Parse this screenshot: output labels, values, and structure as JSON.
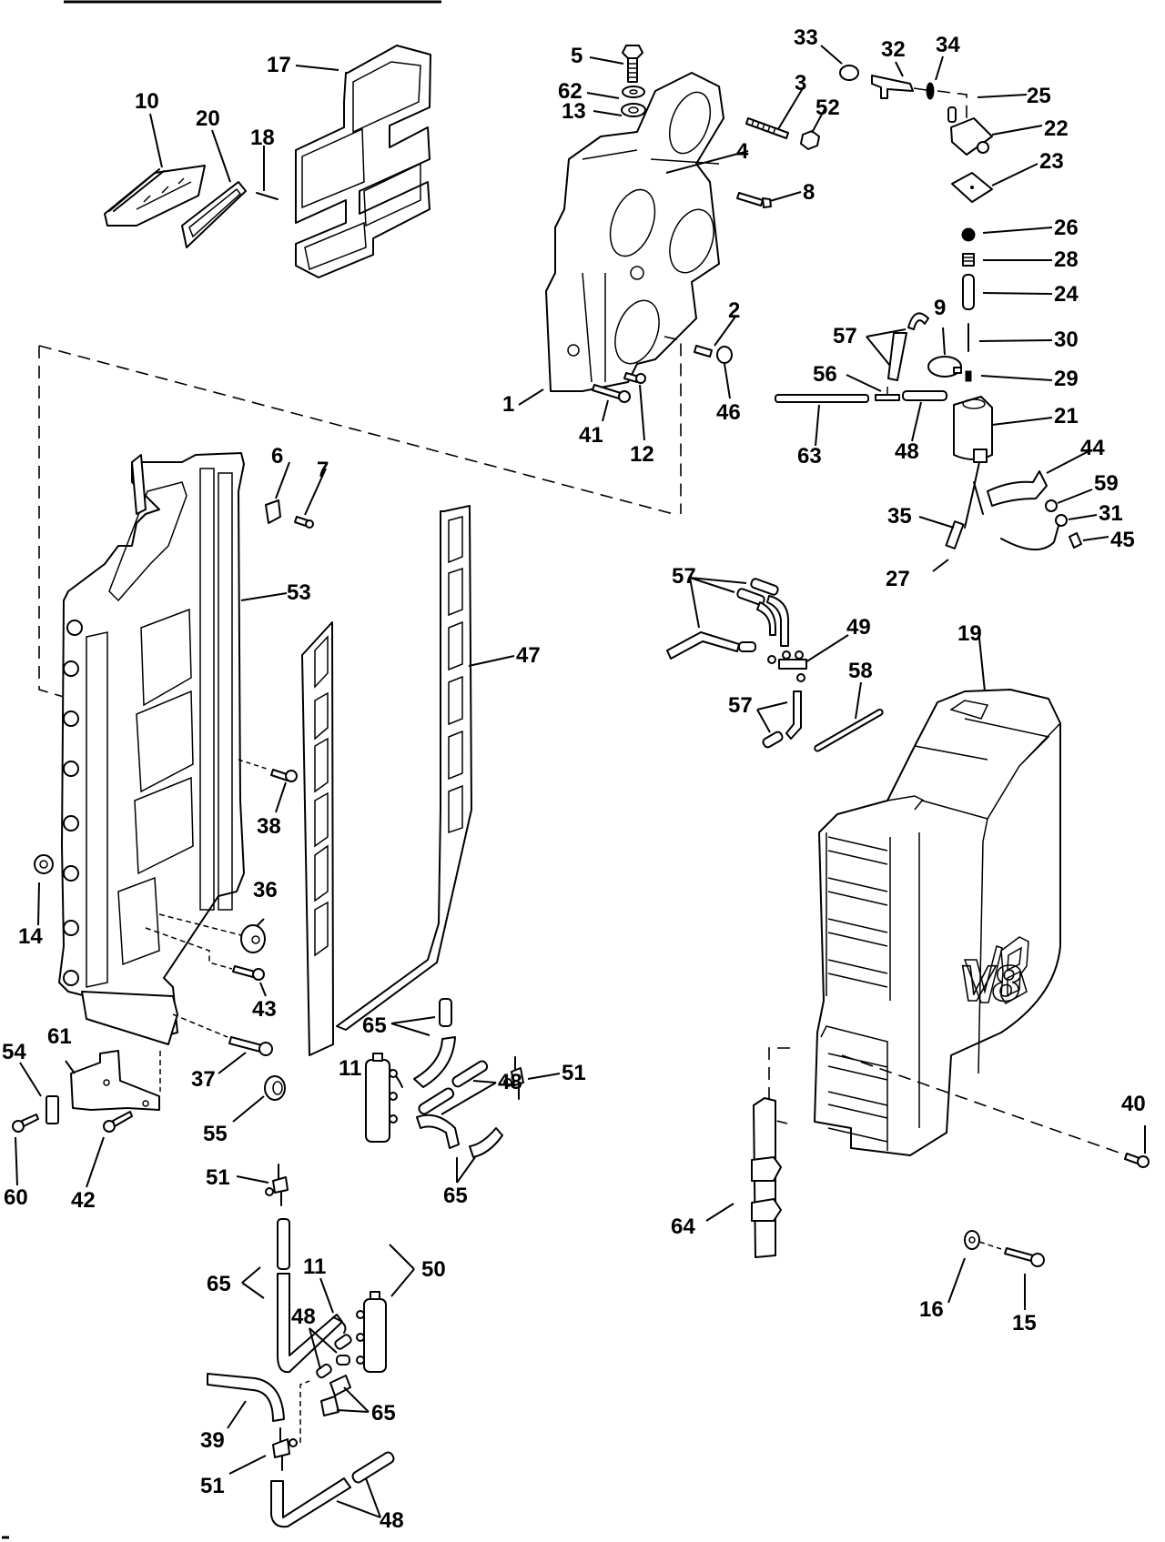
{
  "diagram": {
    "title": "",
    "emblem_text": "V8",
    "callouts": {
      "c1": "1",
      "c2": "2",
      "c3": "3",
      "c4": "4",
      "c5": "5",
      "c6": "6",
      "c7": "7",
      "c8": "8",
      "c9": "9",
      "c10": "10",
      "c11a": "11",
      "c11b": "11",
      "c12": "12",
      "c13": "13",
      "c14": "14",
      "c15": "15",
      "c16": "16",
      "c17": "17",
      "c18": "18",
      "c19": "19",
      "c20": "20",
      "c21": "21",
      "c22": "22",
      "c23": "23",
      "c24": "24",
      "c25": "25",
      "c26": "26",
      "c27": "27",
      "c28": "28",
      "c29": "29",
      "c30": "30",
      "c31": "31",
      "c32": "32",
      "c33": "33",
      "c34": "34",
      "c35": "35",
      "c36": "36",
      "c37": "37",
      "c38": "38",
      "c39": "39",
      "c40": "40",
      "c41": "41",
      "c42": "42",
      "c43": "43",
      "c44": "44",
      "c45": "45",
      "c46": "46",
      "c47": "47",
      "c48a": "48",
      "c48b": "48",
      "c48c": "48",
      "c48d": "48",
      "c49": "49",
      "c50": "50",
      "c51a": "51",
      "c51b": "51",
      "c51c": "51",
      "c52": "52",
      "c53": "53",
      "c54": "54",
      "c55": "55",
      "c56": "56",
      "c57a": "57",
      "c57b": "57",
      "c57c": "57",
      "c58": "58",
      "c59": "59",
      "c60": "60",
      "c61": "61",
      "c62": "62",
      "c63": "63",
      "c64": "64",
      "c65a": "65",
      "c65b": "65",
      "c65c": "65",
      "c65d": "65"
    }
  }
}
